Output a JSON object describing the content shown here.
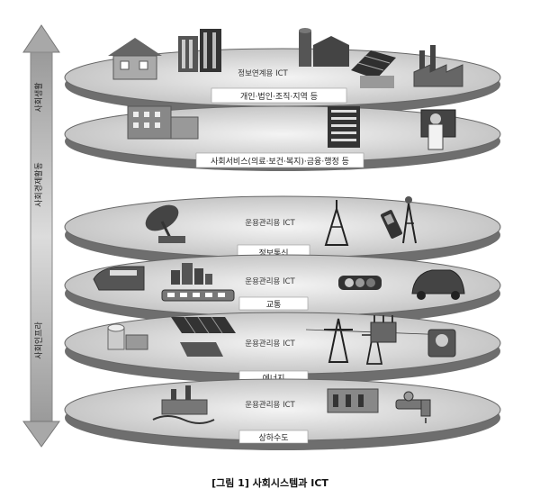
{
  "axis": {
    "top_label": "사회생활",
    "middle_label": "사회경제활동",
    "bottom_label": "사회인프라"
  },
  "layers": {
    "info_link": {
      "tag": "정보연계용 ICT",
      "label": "개인·법인·조직·지역 등"
    },
    "social_service": {
      "label": "사회서비스(의료·보건·복지)·금융·행정 등"
    },
    "telecom": {
      "tag": "운용관리용 ICT",
      "label": "정보통신"
    },
    "transport": {
      "tag": "운용관리용 ICT",
      "label": "교통"
    },
    "energy": {
      "tag": "운용관리용 ICT",
      "label": "에너지"
    },
    "water": {
      "tag": "운용관리용 ICT",
      "label": "상하수도"
    }
  },
  "caption": "[그림 1] 사회시스템과 ICT"
}
